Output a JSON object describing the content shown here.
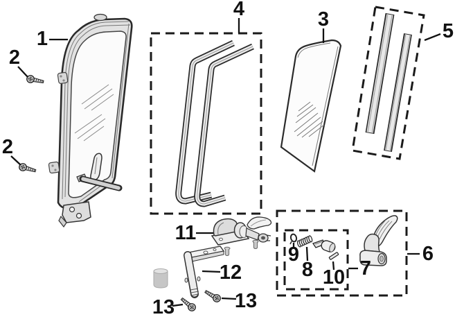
{
  "colors": {
    "background": "#ffffff",
    "line": "#1a1a1a",
    "label": "#111111",
    "part_fill_light": "#ececec",
    "part_fill_mid": "#d8d8d8"
  },
  "labels": [
    {
      "id": "part-1",
      "text": "1"
    },
    {
      "id": "part-2a",
      "text": "2"
    },
    {
      "id": "part-2b",
      "text": "2"
    },
    {
      "id": "part-3",
      "text": "3"
    },
    {
      "id": "part-4",
      "text": "4"
    },
    {
      "id": "part-5",
      "text": "5"
    },
    {
      "id": "part-6",
      "text": "6"
    },
    {
      "id": "part-7",
      "text": "7"
    },
    {
      "id": "part-8",
      "text": "8"
    },
    {
      "id": "part-9",
      "text": "9"
    },
    {
      "id": "part-10",
      "text": "10"
    },
    {
      "id": "part-11",
      "text": "11"
    },
    {
      "id": "part-12",
      "text": "12"
    },
    {
      "id": "part-13a",
      "text": "13"
    },
    {
      "id": "part-13b",
      "text": "13"
    }
  ]
}
